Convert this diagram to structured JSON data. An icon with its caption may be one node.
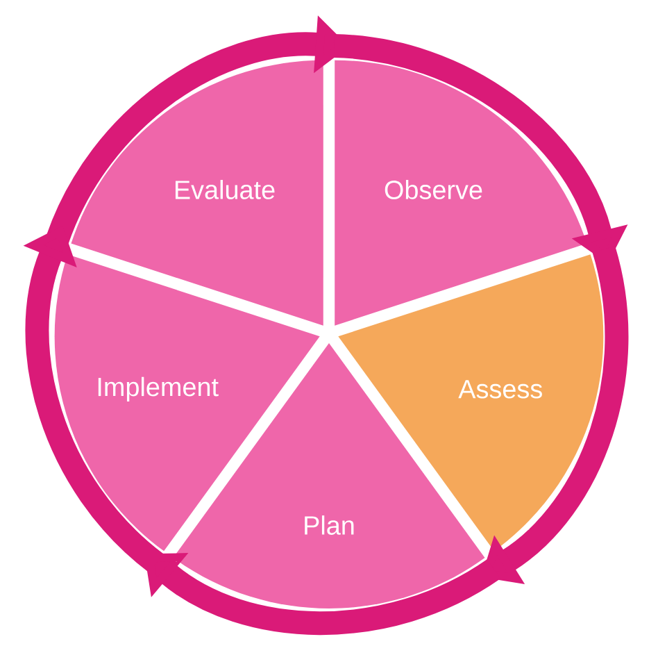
{
  "diagram": {
    "nodes": [
      {
        "text": [
          "Evaluate"
        ]
      },
      {
        "text": [
          "Observe"
        ]
      },
      {
        "text": [
          "Assess"
        ]
      },
      {
        "text": [
          "Plan"
        ]
      },
      {
        "text": [
          "Implement"
        ]
      }
    ],
    "edges": [
      {
        "from": 0,
        "to": 1,
        "arrow": "to"
      },
      {
        "from": 1,
        "to": 2,
        "arrow": "to"
      },
      {
        "from": 2,
        "to": 3,
        "arrow": "to"
      },
      {
        "from": 3,
        "to": 4,
        "arrow": "to"
      },
      {
        "from": 4,
        "to": 0,
        "arrow": "to"
      }
    ]
  }
}
